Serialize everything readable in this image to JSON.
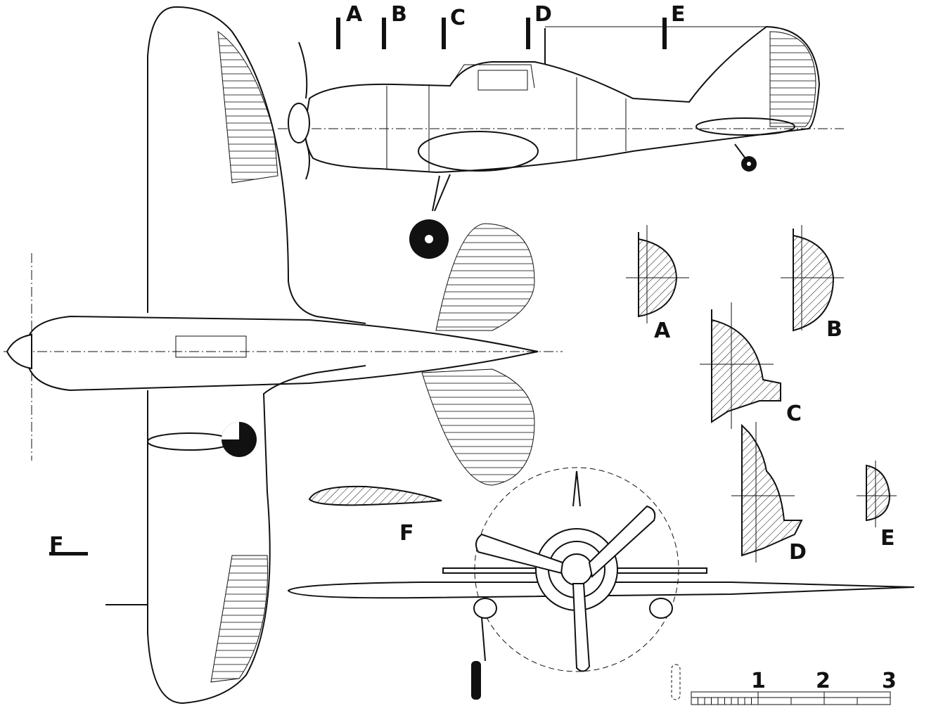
{
  "drawing": {
    "section_marker_labels": [
      "A",
      "B",
      "C",
      "D",
      "E"
    ],
    "section_labels": [
      "A",
      "B",
      "C",
      "D",
      "E"
    ],
    "airfoil_label": "F",
    "wing_section_marker": "F",
    "scale": {
      "ticks": [
        "1",
        "2",
        "3"
      ]
    }
  }
}
